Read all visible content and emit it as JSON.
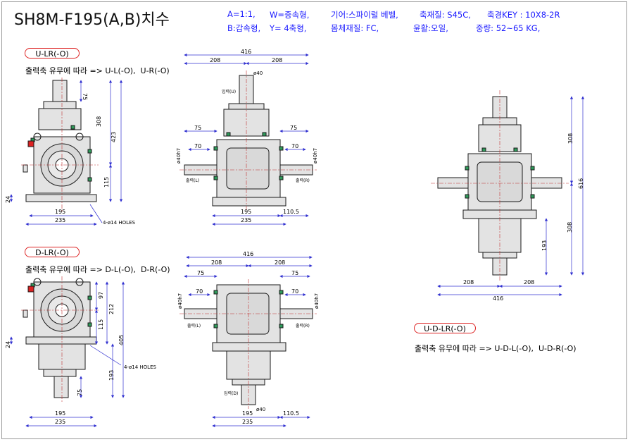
{
  "title": "SH8M-F195(A,B)치수",
  "specs": {
    "line1": [
      "A=1:1,",
      "W=증속형,",
      "기어:스파이럴 베벨,",
      "축재질: S45C,",
      "축경KEY : 10X8-2R"
    ],
    "line2": [
      "B:감속형,",
      "Y= 4축형,",
      "몸체재질: FC,",
      "윤활:오일,",
      "중량: 52~65 KG,"
    ]
  },
  "views": {
    "u_lr": {
      "tag": "U-LR(-O)",
      "note": "출력축 유무에 따라 => U-L(-O),  U-R(-O)",
      "dims": {
        "d75": "75",
        "d308": "308",
        "d423": "423",
        "d115": "115",
        "d24": "24",
        "d195": "195",
        "d235": "235",
        "holes": "4-ø14  HOLES"
      }
    },
    "u_front": {
      "dims": {
        "d416": "416",
        "d208a": "208",
        "d208b": "208",
        "phi40": "ø40",
        "input": "입력(U)",
        "d75a": "75",
        "d75b": "75",
        "d70a": "70",
        "d70b": "70",
        "h7a": "ø40h7",
        "h7b": "ø40h7",
        "outL": "출력(L)",
        "outR": "출력(R)",
        "d195": "195",
        "d110": "110.5",
        "d235": "235"
      }
    },
    "d_lr": {
      "tag": "D-LR(-O)",
      "note": "출력축 유무에 따라 => D-L(-O),  D-R(-O)",
      "dims": {
        "d97": "97",
        "d115": "115",
        "d212": "212",
        "d405": "405",
        "d24": "24",
        "d193": "193",
        "d75": "75",
        "d195": "195",
        "d235": "235",
        "holes": "4-ø14  HOLES"
      }
    },
    "d_front": {
      "dims": {
        "d416": "416",
        "d208a": "208",
        "d208b": "208",
        "d75a": "75",
        "d75b": "75",
        "d70a": "70",
        "d70b": "70",
        "h7a": "ø40h7",
        "h7b": "ø40h7",
        "outL": "출력(L)",
        "outR": "출력(R)",
        "input": "입력(D)",
        "phi40": "ø40",
        "d195": "195",
        "d110": "110.5",
        "d235": "235"
      }
    },
    "ud": {
      "tag": "U-D-LR(-O)",
      "note": "출력축 유무에 따라 => U-D-L(-O),  U-D-R(-O)",
      "dims": {
        "d308a": "308",
        "d616": "616",
        "d193": "193",
        "d308b": "308",
        "d208a": "208",
        "d208b": "208",
        "d416": "416"
      }
    }
  },
  "colors": {
    "body": "#e3e3e3",
    "line": "#1a1a1a",
    "dim": "#3030d0",
    "green": "#2f9a5a",
    "red": "#d22",
    "center": "#c03030"
  }
}
